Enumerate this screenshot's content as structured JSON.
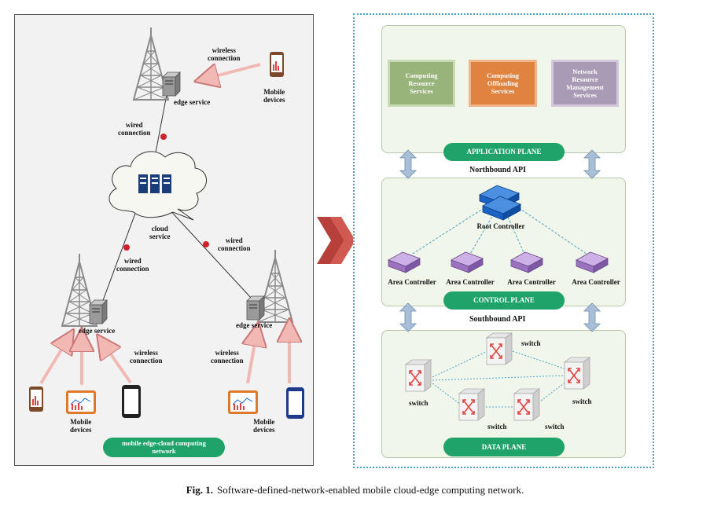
{
  "left": {
    "top_edge_service": "edge service",
    "wireless_connection_top": "wireless\nconnection",
    "mobile_devices_top": "Mobile\ndevices",
    "wired_connection_top": "wired\nconnection",
    "cloud_service": "cloud\nservice",
    "wired_connection_left": "wired\nconnection",
    "wired_connection_right": "wired\nconnection",
    "left_edge_service": "edge service",
    "right_edge_service": "edge service",
    "wireless_connection_left": "wireless\nconnection",
    "wireless_connection_right": "wireless\nconnection",
    "mobile_devices_left": "Mobile\ndevices",
    "mobile_devices_right": "Mobile\ndevices",
    "network_pill": "mobile edge-cloud computing\nnetwork"
  },
  "right": {
    "services": [
      {
        "label": "Computing\nResource\nServices",
        "color": "#98b47a"
      },
      {
        "label": "Computing\nOffloading\nServices",
        "color": "#e0833f"
      },
      {
        "label": "Network\nResource\nManagement\nServices",
        "color": "#a99ab6"
      }
    ],
    "application_plane": "APPLICATION PLANE",
    "northbound_api": "Northbound API",
    "root_controller": "Root Controller",
    "area_controllers": [
      "Area Controller",
      "Area Controller",
      "Area Controller",
      "Area Controller"
    ],
    "control_plane": "CONTROL PLANE",
    "southbound_api": "Southbound API",
    "switches": [
      "switch",
      "switch",
      "switch",
      "switch",
      "switch"
    ],
    "data_plane": "DATA PLANE"
  },
  "caption": {
    "prefix": "Fig. 1.",
    "text": "Software-defined-network-enabled mobile cloud-edge computing network."
  },
  "colors": {
    "pill": "#1fa36a",
    "tower": "#8a8a8a",
    "wireless_arrow": "#f2b9b4",
    "link_dot": "#d0202b",
    "dashed_link": "#4aa3c8",
    "controller": "#b28ad0",
    "root_controller": "#1a63c4",
    "api_arrow": "#a9bfd8",
    "transition_chevron": "#b7403b"
  }
}
